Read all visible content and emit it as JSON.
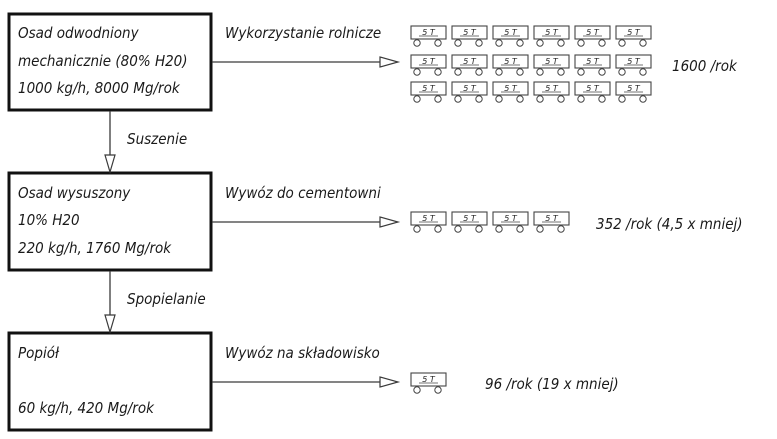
{
  "stages": [
    {
      "lines": [
        "Osad odwodniony",
        "mechanicznie (80% H20)",
        "1000 kg/h, 8000 Mg/rok"
      ],
      "output_label": "Wykorzystanie rolnicze",
      "truck_rows": [
        6,
        6,
        6
      ],
      "result": "1600 /rok"
    },
    {
      "lines": [
        "Osad wysuszony",
        "10% H20",
        "220 kg/h, 1760 Mg/rok"
      ],
      "output_label": "Wywóz do cementowni",
      "truck_rows": [
        4
      ],
      "result": "352 /rok (4,5 x mniej)"
    },
    {
      "lines": [
        "Popiół",
        "",
        "60 kg/h, 420 Mg/rok"
      ],
      "output_label": "Wywóz na składowisko",
      "truck_rows": [
        1
      ],
      "result": "96 /rok (19 x mniej)"
    }
  ],
  "transitions": [
    "Suszenie",
    "Spopielanie"
  ],
  "truck_label": "5 T",
  "colors": {
    "line": "#3a3a3a",
    "box_border": "#111111",
    "text": "#1a1a1a"
  }
}
